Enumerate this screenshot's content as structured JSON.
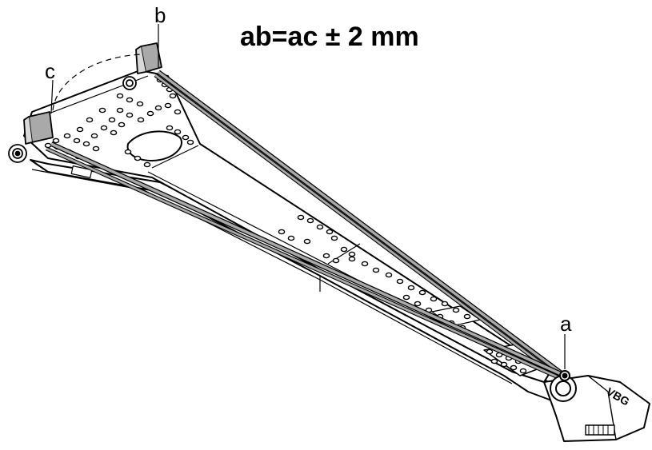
{
  "figure": {
    "formula": "ab=ac ± 2 mm",
    "points": {
      "a": "a",
      "b": "b",
      "c": "c"
    },
    "logo_text": "VBG"
  },
  "colors": {
    "line": "#000000",
    "measure": "#a9a9a9",
    "frame_fill": "#ffffff",
    "shade": "#d9d9d9"
  }
}
